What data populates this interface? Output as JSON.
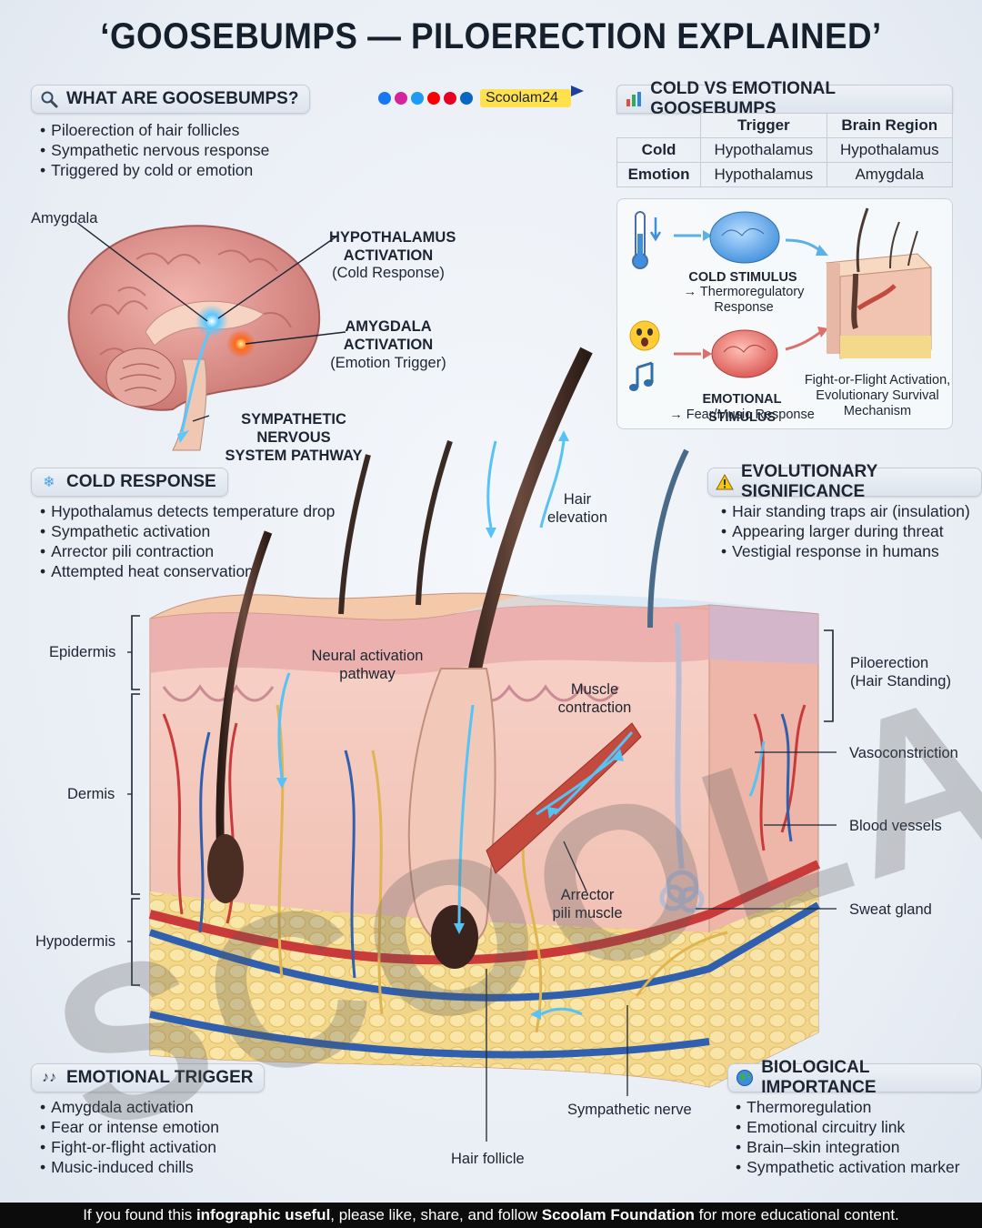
{
  "title": "‘GOOSEBUMPS — PILOERECTION EXPLAINED’",
  "social": {
    "handle": "Scoolam24"
  },
  "sections": {
    "what": {
      "heading": "WHAT ARE GOOSEBUMPS?",
      "items": [
        "Piloerection of hair follicles",
        "Sympathetic nervous response",
        "Triggered by cold or emotion"
      ]
    },
    "cold": {
      "heading": "COLD RESPONSE",
      "items": [
        "Hypothalamus detects temperature drop",
        "Sympathetic activation",
        "Arrector pili contraction",
        "Attempted heat conservation"
      ]
    },
    "evo": {
      "heading": "EVOLUTIONARY SIGNIFICANCE",
      "items": [
        "Hair standing traps air (insulation)",
        "Appearing larger during threat",
        "Vestigial response in humans"
      ]
    },
    "emotional": {
      "heading": "EMOTIONAL TRIGGER",
      "items": [
        "Amygdala activation",
        "Fear or intense emotion",
        "Fight-or-flight activation",
        "Music-induced chills"
      ]
    },
    "bio": {
      "heading": "BIOLOGICAL IMPORTANCE",
      "items": [
        "Thermoregulation",
        "Emotional circuitry link",
        "Brain–skin integration",
        "Sympathetic activation marker"
      ]
    }
  },
  "comparison": {
    "heading": "COLD VS EMOTIONAL GOOSEBUMPS",
    "columns": [
      "Trigger",
      "Brain Region"
    ],
    "rows": [
      {
        "label": "Cold",
        "trigger": "Hypothalamus",
        "region": "Hypothalamus"
      },
      {
        "label": "Emotion",
        "trigger": "Hypothalamus",
        "region": "Amygdala"
      }
    ]
  },
  "brain": {
    "amygdala": "Amygdala",
    "hypo_title": "HYPOTHALAMUS\nACTIVATION",
    "hypo_sub": "(Cold Response)",
    "amyg_title": "AMYGDALA\nACTIVATION",
    "amyg_sub": "(Emotion Trigger)",
    "sns": "SYMPATHETIC NERVOUS\nSYSTEM PATHWAY"
  },
  "flow": {
    "cold_title": "COLD STIMULUS",
    "cold_sub": "→ Thermoregulatory\nResponse",
    "emo_title": "EMOTIONAL STIMULUS",
    "emo_sub": "→ Fear/Music Response",
    "result": "Fight-or-Flight Activation,\nEvolutionary Survival\nMechanism"
  },
  "skin": {
    "epidermis": "Epidermis",
    "dermis": "Dermis",
    "hypodermis": "Hypodermis",
    "neural": "Neural activation\npathway",
    "hair_elev": "Hair\nelevation",
    "muscle": "Muscle\ncontraction",
    "arrector": "Arrector\npili muscle",
    "pilo": "Piloerection\n(Hair Standing)",
    "vaso": "Vasoconstriction",
    "vessels": "Blood vessels",
    "sweat": "Sweat gland",
    "nerve": "Sympathetic nerve",
    "follicle": "Hair follicle"
  },
  "watermark": "SCOOLAM",
  "footer": {
    "pre": "If you found this ",
    "b1": "infographic useful",
    "mid": ", please like, share, and follow ",
    "b2": "Scoolam Foundation",
    "post": " for more educational content."
  }
}
